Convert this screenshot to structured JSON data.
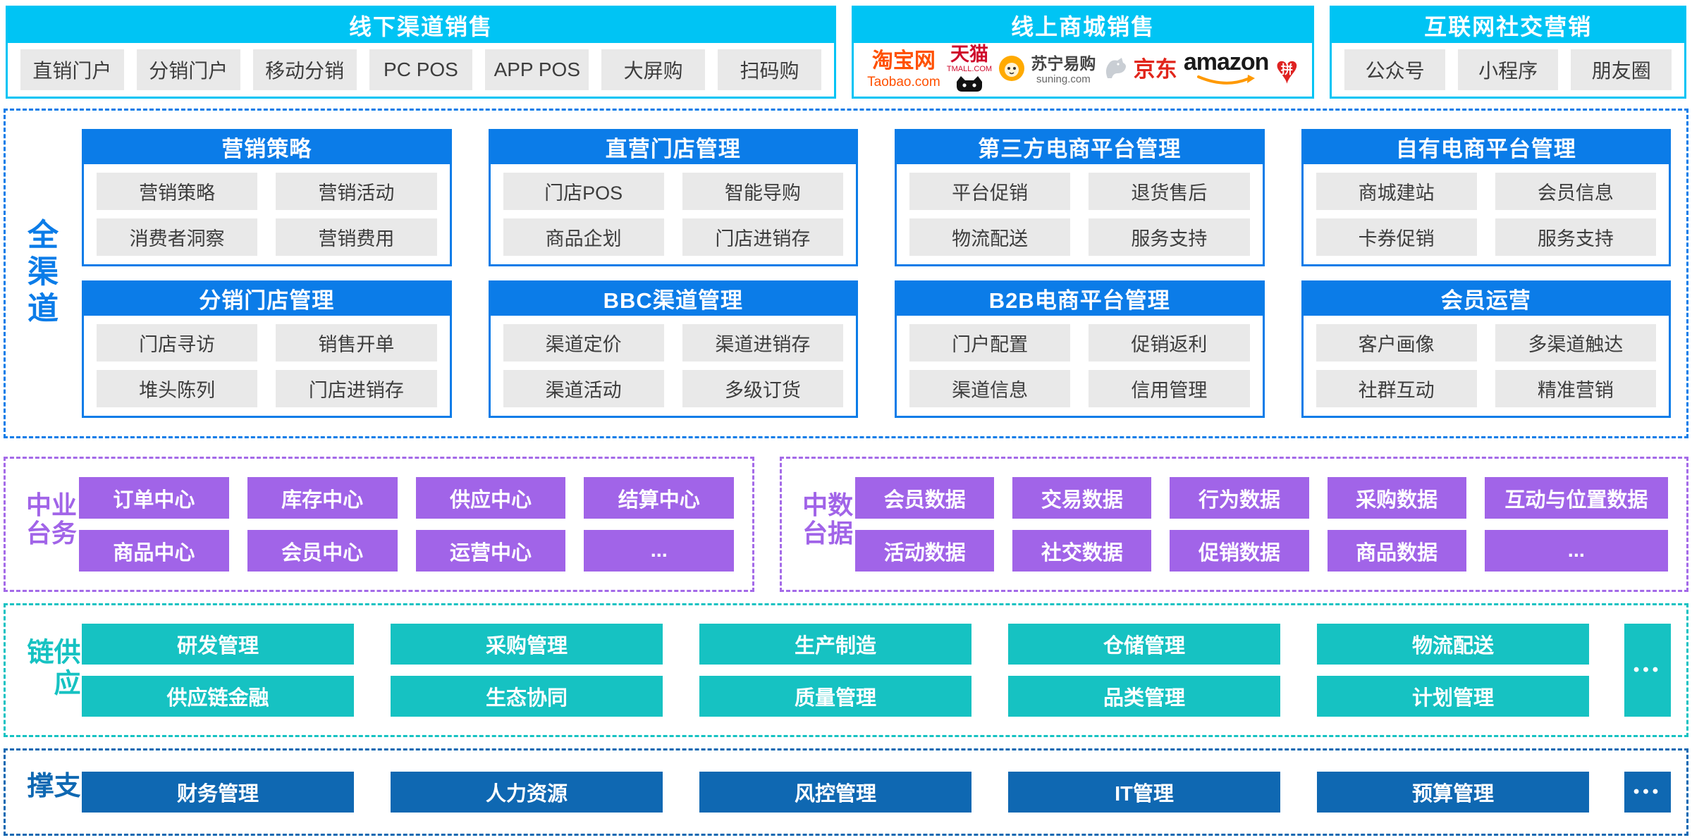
{
  "palette": {
    "cyan": "#00c4f4",
    "blue": "#0b7ce8",
    "purple": "#a164e8",
    "teal": "#16c2c2",
    "dark_blue": "#0f68b2",
    "item_gray": "#e9e9e9",
    "taobao_orange": "#ff5000",
    "tmall_red": "#cf0a2c",
    "jd_red": "#e1251b",
    "amazon_orange": "#ff9900",
    "pdd_red": "#df2322"
  },
  "top": {
    "offline": {
      "title": "线下渠道销售",
      "items": [
        "直销门户",
        "分销门户",
        "移动分销",
        "PC POS",
        "APP POS",
        "大屏购",
        "扫码购"
      ]
    },
    "online": {
      "title": "线上商城销售",
      "taobao_name": "淘宝网",
      "taobao_domain": "Taobao.com",
      "tmall_name": "天猫",
      "tmall_domain": "TMALL.COM",
      "suning_name": "苏宁易购",
      "suning_domain": "suning.com",
      "jd_name": "京东",
      "amazon_name": "amazon",
      "pdd_char": "拼"
    },
    "social": {
      "title": "互联网社交营销",
      "items": [
        "公众号",
        "小程序",
        "朋友圈"
      ]
    }
  },
  "omni": {
    "label": "全渠道",
    "blocks": [
      {
        "title": "营销策略",
        "items": [
          "营销策略",
          "营销活动",
          "消费者洞察",
          "营销费用"
        ]
      },
      {
        "title": "直营门店管理",
        "items": [
          "门店POS",
          "智能导购",
          "商品企划",
          "门店进销存"
        ]
      },
      {
        "title": "第三方电商平台管理",
        "items": [
          "平台促销",
          "退货售后",
          "物流配送",
          "服务支持"
        ]
      },
      {
        "title": "自有电商平台管理",
        "items": [
          "商城建站",
          "会员信息",
          "卡券促销",
          "服务支持"
        ]
      },
      {
        "title": "分销门店管理",
        "items": [
          "门店寻访",
          "销售开单",
          "堆头陈列",
          "门店进销存"
        ]
      },
      {
        "title": "BBC渠道管理",
        "items": [
          "渠道定价",
          "渠道进销存",
          "渠道活动",
          "多级订货"
        ]
      },
      {
        "title": "B2B电商平台管理",
        "items": [
          "门户配置",
          "促销返利",
          "渠道信息",
          "信用管理"
        ]
      },
      {
        "title": "会员运营",
        "items": [
          "客户画像",
          "多渠道触达",
          "社群互动",
          "精准营销"
        ]
      }
    ]
  },
  "biz": {
    "label": "业务中台",
    "items": [
      "订单中心",
      "库存中心",
      "供应中心",
      "结算中心",
      "商品中心",
      "会员中心",
      "运营中心",
      "..."
    ]
  },
  "data_platform": {
    "label": "数据中台",
    "items": [
      "会员数据",
      "交易数据",
      "行为数据",
      "采购数据",
      "互动与位置数据",
      "活动数据",
      "社交数据",
      "促销数据",
      "商品数据",
      "..."
    ]
  },
  "supply": {
    "label": "供应链",
    "items": [
      "研发管理",
      "采购管理",
      "生产制造",
      "仓储管理",
      "物流配送",
      "供应链金融",
      "生态协同",
      "质量管理",
      "品类管理",
      "计划管理"
    ],
    "more": "•••"
  },
  "support": {
    "label": "支撑",
    "items": [
      "财务管理",
      "人力资源",
      "风控管理",
      "IT管理",
      "预算管理"
    ],
    "more": "•••"
  }
}
